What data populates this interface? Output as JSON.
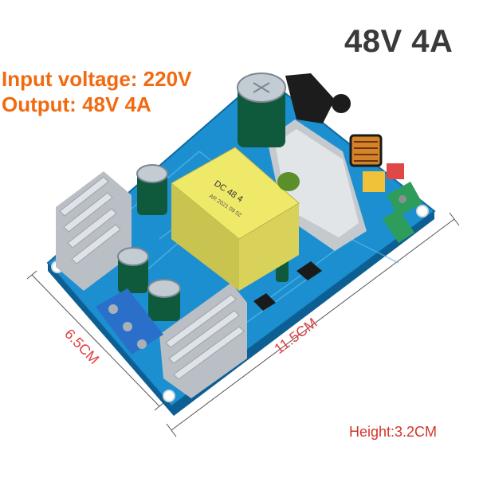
{
  "title": "48V 4A",
  "specs": {
    "input": "Input voltage: 220V",
    "output": "Output: 48V 4A"
  },
  "dimensions": {
    "width": "6.5CM",
    "length": "11.5CM",
    "height": "Height:3.2CM"
  },
  "transformer_label": {
    "line1": "DC  48  4",
    "line2": "AR 2021 09 02"
  },
  "colors": {
    "pcb": "#1c8fd0",
    "heatsink": "#c9ced3",
    "transformer": "#efe96a",
    "terminal_blue": "#2a6fc9",
    "terminal_green": "#2e9c5a",
    "spec_text": "#f26a10",
    "dimension_text": "#e04040"
  }
}
